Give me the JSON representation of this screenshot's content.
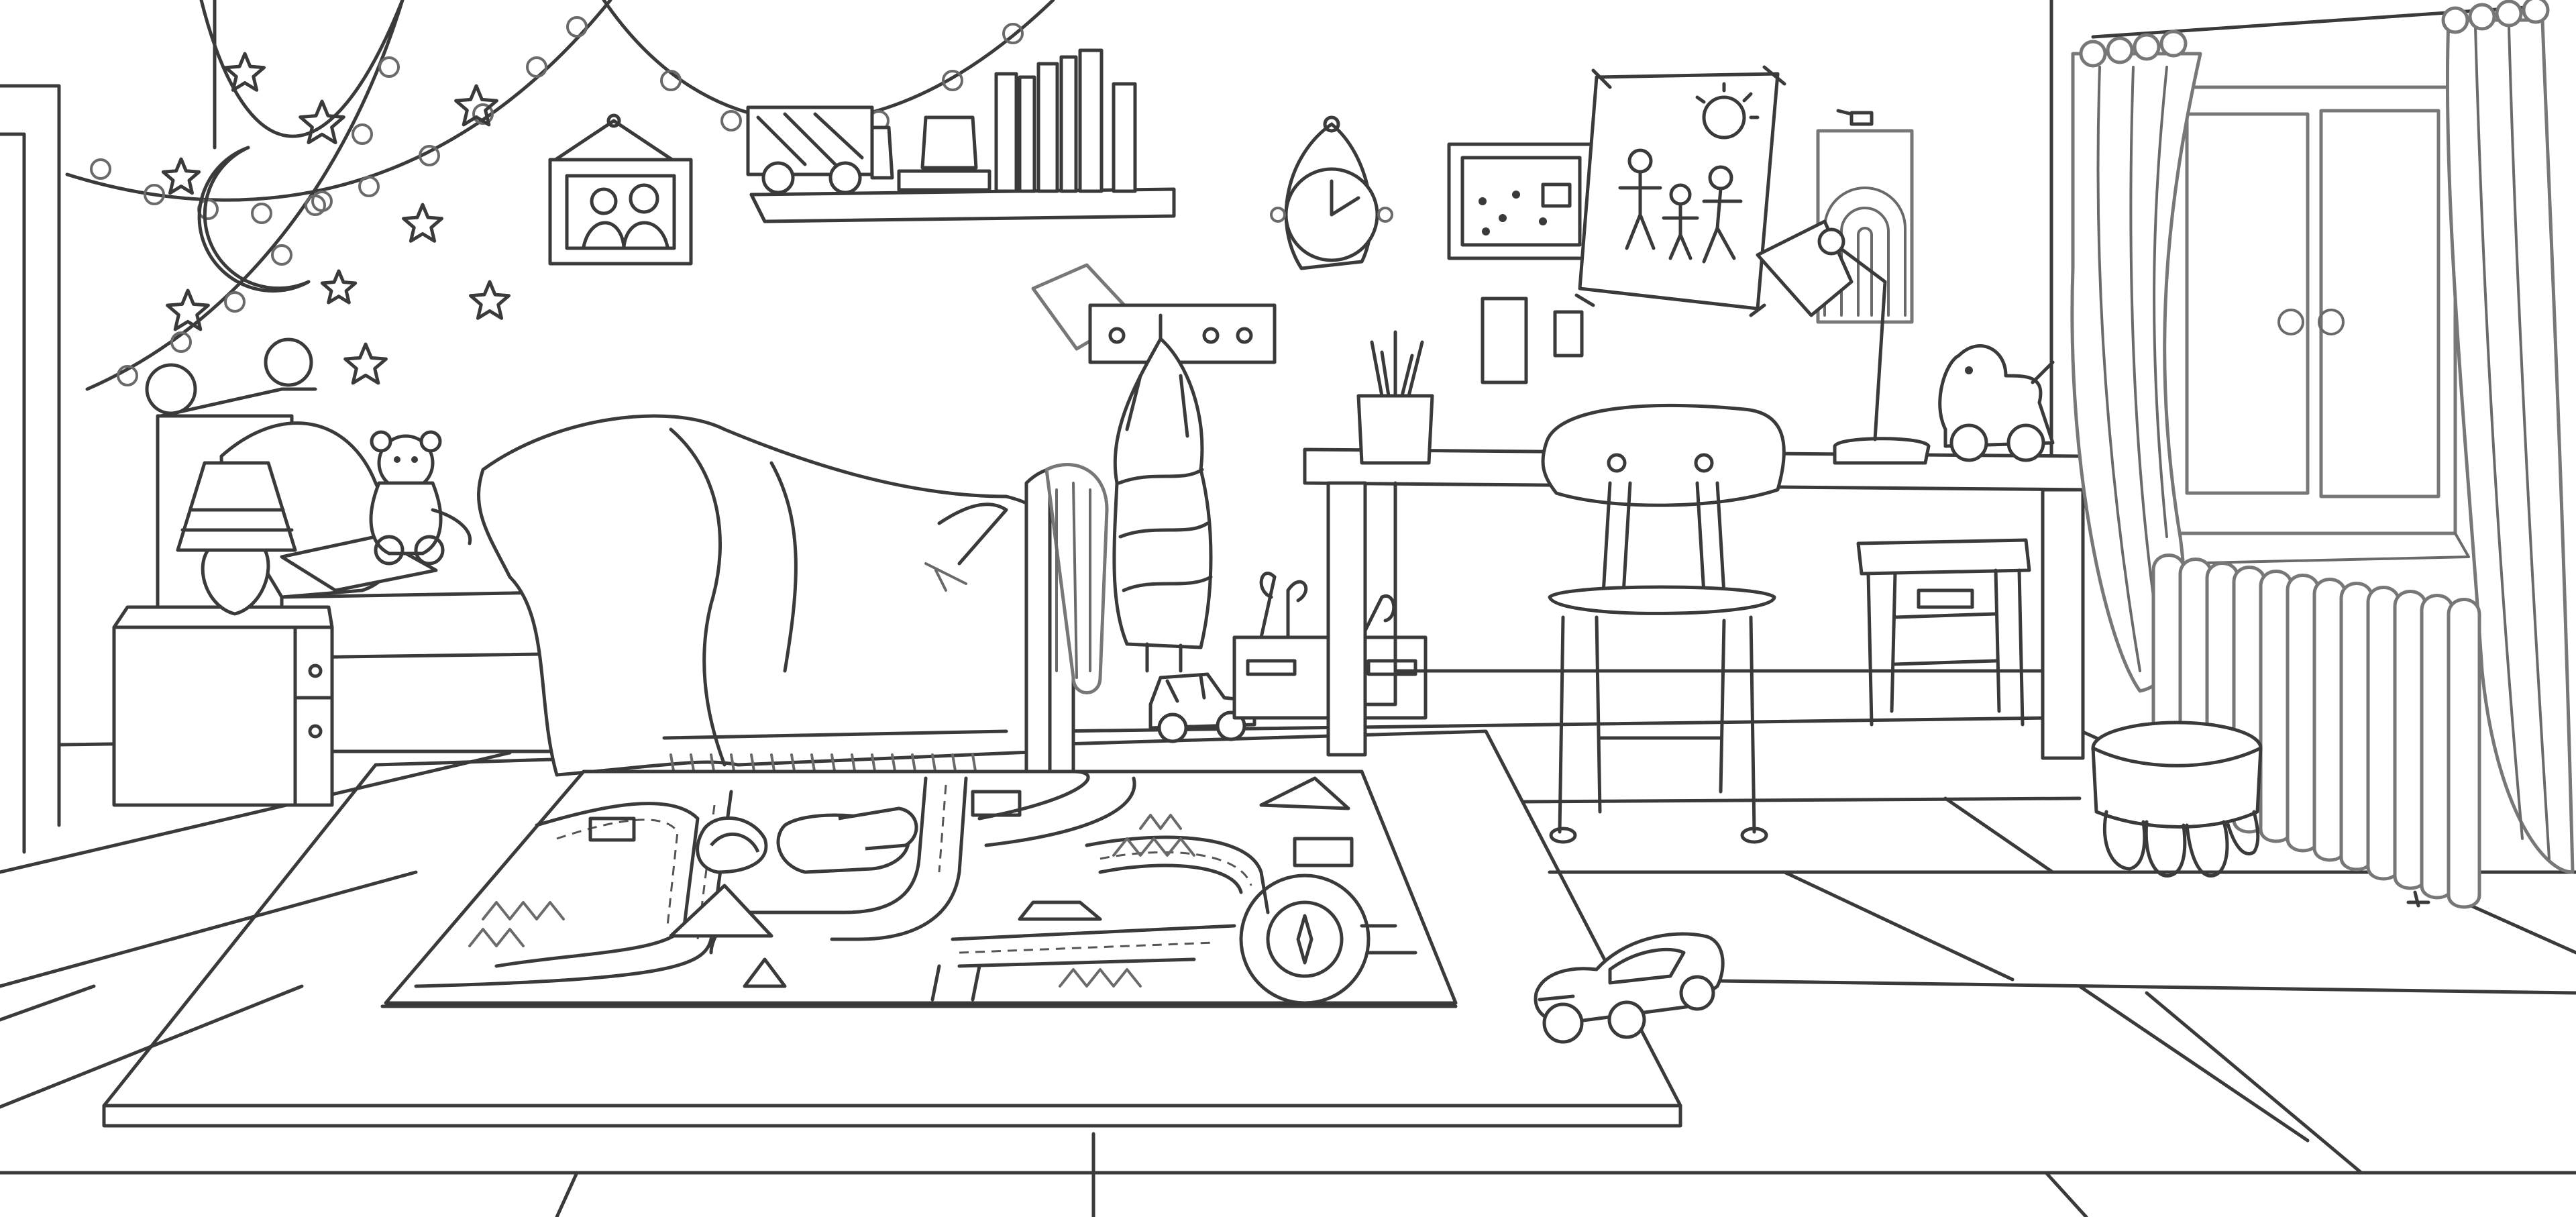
{
  "scene": {
    "style": "line-art",
    "colors": {
      "line": "#3a3a3a",
      "light_line": "#777777",
      "background": "#ffffff"
    },
    "objects": [
      "string-lights",
      "moon-ornament",
      "stars",
      "framed-family-photo",
      "wall-shelf",
      "toy-truck",
      "books",
      "wall-clock",
      "corkboard",
      "child-drawing",
      "rainbow-picture",
      "coat-hooks",
      "jacket",
      "bed",
      "teddy-bear",
      "nightstand",
      "table-lamp",
      "road-play-rug",
      "slippers",
      "toy-car",
      "desk",
      "desk-chair",
      "pencil-cup",
      "desk-lamp",
      "toy-duck",
      "storage-box",
      "step-stool",
      "window",
      "curtains",
      "radiator",
      "ottoman"
    ]
  }
}
